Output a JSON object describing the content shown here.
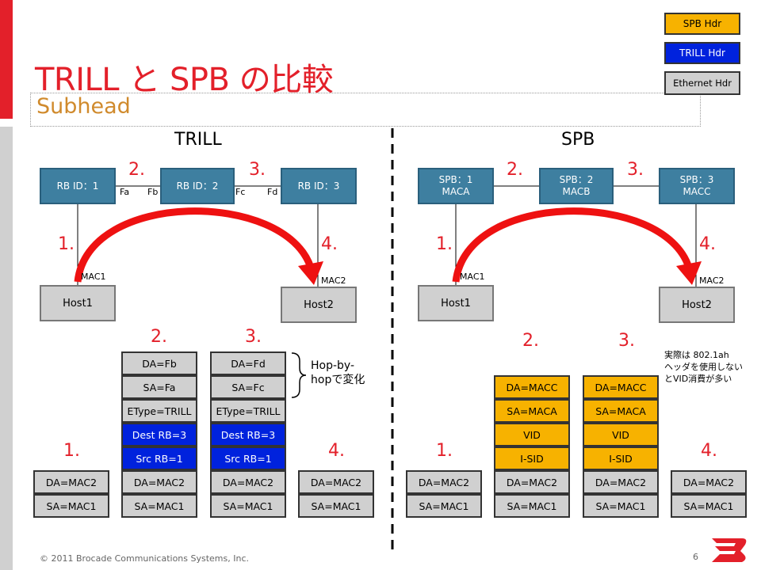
{
  "title": "TRILL と SPB の比較",
  "subhead": "Subhead",
  "legend": {
    "spb": "SPB Hdr",
    "trill": "TRILL Hdr",
    "ethernet": "Ethernet Hdr"
  },
  "trill": {
    "title": "TRILL",
    "nodes": [
      "RB ID：1",
      "RB ID：2",
      "RB ID：3"
    ],
    "ports": [
      "Fa",
      "Fb",
      "Fc",
      "Fd"
    ],
    "hosts": [
      "Host1",
      "Host2"
    ],
    "macs": [
      "MAC1",
      "MAC2"
    ],
    "link_labels": [
      "2.",
      "3."
    ],
    "host_labels": [
      "1.",
      "4."
    ],
    "frame_labels": [
      "1.",
      "2.",
      "3.",
      "4."
    ],
    "frame1": [
      "DA=MAC2",
      "SA=MAC1"
    ],
    "frame2": [
      "DA=Fb",
      "SA=Fa",
      "EType=TRILL",
      "Dest RB=3",
      "Src RB=1",
      "DA=MAC2",
      "SA=MAC1"
    ],
    "frame3": [
      "DA=Fd",
      "SA=Fc",
      "EType=TRILL",
      "Dest RB=3",
      "Src RB=1",
      "DA=MAC2",
      "SA=MAC1"
    ],
    "frame4": [
      "DA=MAC2",
      "SA=MAC1"
    ],
    "note": [
      "Hop-by-",
      "hopで変化"
    ]
  },
  "spb": {
    "title": "SPB",
    "nodes": [
      [
        "SPB：1",
        "MACA"
      ],
      [
        "SPB：2",
        "MACB"
      ],
      [
        "SPB：3",
        "MACC"
      ]
    ],
    "hosts": [
      "Host1",
      "Host2"
    ],
    "macs": [
      "MAC1",
      "MAC2"
    ],
    "link_labels": [
      "2.",
      "3."
    ],
    "host_labels": [
      "1.",
      "4."
    ],
    "frame_labels": [
      "1.",
      "2.",
      "3.",
      "4."
    ],
    "frame1": [
      "DA=MAC2",
      "SA=MAC1"
    ],
    "frame2": [
      "DA=MACC",
      "SA=MACA",
      "VID",
      "I-SID",
      "DA=MAC2",
      "SA=MAC1"
    ],
    "frame3": [
      "DA=MACC",
      "SA=MACA",
      "VID",
      "I-SID",
      "DA=MAC2",
      "SA=MAC1"
    ],
    "frame4": [
      "DA=MAC2",
      "SA=MAC1"
    ],
    "note": [
      "実際は 802.1ah",
      "ヘッダを使用しない",
      "とVID消費が多い"
    ]
  },
  "footer": {
    "copyright": "© 2011 Brocade Communications Systems, Inc.",
    "page": "6"
  },
  "colors": {
    "red": "#e3202a",
    "node_blue": "#3e7fa0",
    "trill_hdr": "#0022dd",
    "spb_hdr": "#f7b200",
    "eth_hdr": "#d0d0d0",
    "subhead": "#d08a2c"
  },
  "icons": [
    "brocade-logo-icon"
  ]
}
